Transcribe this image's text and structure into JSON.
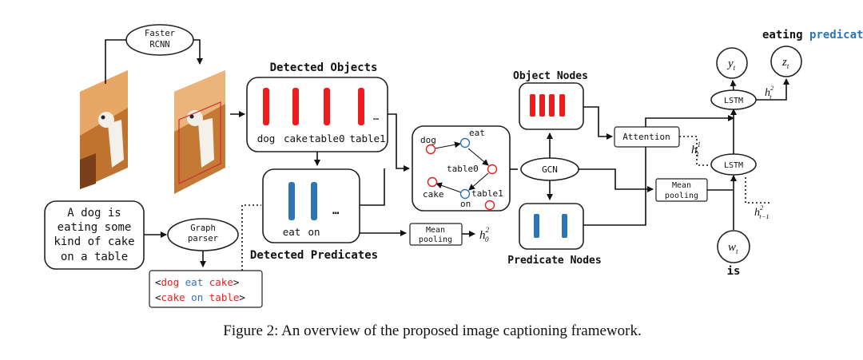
{
  "faster_rcnn": {
    "line1": "Faster",
    "line2": "RCNN"
  },
  "detected_objects": {
    "title": "Detected Objects",
    "labels": [
      "dog",
      "cake",
      "table0",
      "table1"
    ],
    "ellipsis": "…"
  },
  "detected_predicates": {
    "title": "Detected Predicates",
    "labels": [
      "eat",
      "on"
    ],
    "ellipsis": "…"
  },
  "caption_input": {
    "lines": [
      "A dog is",
      "eating some",
      "kind of cake",
      "on a table"
    ]
  },
  "graph_parser": {
    "line1": "Graph",
    "line2": "parser"
  },
  "triplets": [
    {
      "open": "<",
      "subj": "dog",
      "pred": "eat",
      "obj": "cake",
      "close": ">"
    },
    {
      "open": "<",
      "subj": "cake",
      "pred": "on",
      "obj": "table",
      "close": ">"
    }
  ],
  "scene_graph": {
    "nodes": [
      "dog",
      "eat",
      "table0",
      "cake",
      "table1",
      "on"
    ]
  },
  "gcn": {
    "label": "GCN"
  },
  "object_nodes": {
    "title": "Object Nodes"
  },
  "predicate_nodes": {
    "title": "Predicate Nodes"
  },
  "attention": {
    "label": "Attention"
  },
  "mean_pooling_top": {
    "line1": "Mean",
    "line2": "pooling"
  },
  "mean_pooling_bottom": {
    "line1": "Mean",
    "line2": "pooling"
  },
  "lstm_top": {
    "label": "LSTM"
  },
  "lstm_bottom": {
    "label": "LSTM"
  },
  "outputs": {
    "word": "eating",
    "type": "predicate",
    "y": "y",
    "y_sub": "t",
    "z": "z",
    "z_sub": "t"
  },
  "input": {
    "w": "w",
    "w_sub": "t",
    "word": "is"
  },
  "hidden": {
    "h0": {
      "base": "h",
      "sup": "2",
      "sub": "0"
    },
    "h1": {
      "base": "h",
      "sup": "1",
      "sub": "t"
    },
    "h2t": {
      "base": "h",
      "sup": "2",
      "sub": "t"
    },
    "h2prev": {
      "base": "h",
      "sup": "2",
      "sub": "t−1"
    }
  },
  "caption": "Figure 2: An overview of the proposed image captioning framework.",
  "colors": {
    "object": "#ee1c1c",
    "predicate": "#2e75b6",
    "text": "#111111"
  }
}
